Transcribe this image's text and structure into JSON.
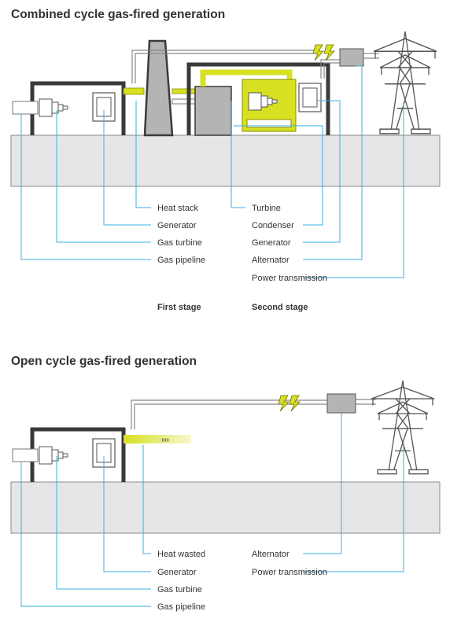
{
  "diagrams": {
    "combined": {
      "title": "Combined cycle gas-fired generation",
      "labels": {
        "heat_stack": "Heat stack",
        "generator": "Generator",
        "gas_turbine": "Gas turbine",
        "gas_pipeline": "Gas pipeline",
        "turbine": "Turbine",
        "condenser": "Condenser",
        "generator_2": "Generator",
        "alternator": "Alternator",
        "power_transmission": "Power transmission"
      },
      "stages": {
        "first": "First stage",
        "second": "Second stage"
      }
    },
    "open": {
      "title": "Open cycle gas-fired generation",
      "labels": {
        "heat_wasted": "Heat wasted",
        "generator": "Generator",
        "gas_turbine": "Gas turbine",
        "gas_pipeline": "Gas pipeline",
        "alternator": "Alternator",
        "power_transmission": "Power transmission"
      }
    }
  },
  "colors": {
    "leader_line": "#3ab0e2",
    "ground": "#e6e6e8",
    "building_outline": "#3a3a3a",
    "equipment_grey": "#b4b4b4",
    "steam_yellow_green": "#d7e021",
    "lightning": "#d7e021"
  }
}
